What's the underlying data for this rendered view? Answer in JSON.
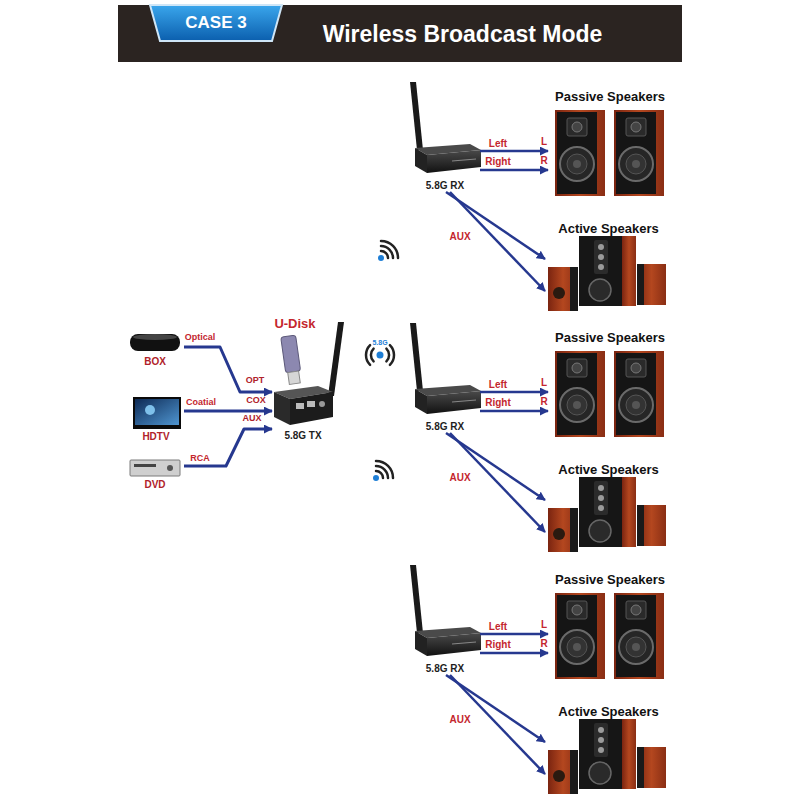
{
  "diagram": {
    "title": "Wireless Broadcast Mode",
    "nodes": [
      {
        "text": [
          "BOX"
        ]
      },
      {
        "text": [
          "HDTV"
        ]
      },
      {
        "text": [
          "DVD"
        ]
      },
      {
        "text": [
          "U-Disk"
        ]
      },
      {
        "text": [
          "5.8G TX"
        ]
      },
      {
        "text": [
          "5.8G RX"
        ]
      },
      {
        "text": [
          "Passive Speakers"
        ]
      },
      {
        "text": [
          "Active Speakers"
        ]
      },
      {
        "text": [
          "5.8G RX"
        ]
      },
      {
        "text": [
          "Passive Speakers"
        ]
      },
      {
        "text": [
          "Active Speakers"
        ]
      },
      {
        "text": [
          "5.8G RX"
        ]
      },
      {
        "text": [
          "Passive Speakers"
        ]
      },
      {
        "text": [
          "Active Speakers"
        ]
      }
    ],
    "edges": [
      {
        "from": 0,
        "to": 4,
        "label": "Optical",
        "arrow": "to"
      },
      {
        "from": 1,
        "to": 4,
        "label": "Coatial",
        "arrow": "to"
      },
      {
        "from": 2,
        "to": 4,
        "label": "RCA",
        "arrow": "to"
      },
      {
        "from": 5,
        "to": 6,
        "label": "Left",
        "arrow": "to"
      },
      {
        "from": 5,
        "to": 6,
        "label": "Right",
        "arrow": "to"
      },
      {
        "from": 5,
        "to": 7,
        "arrow": "to"
      },
      {
        "from": 5,
        "to": 7,
        "label": "AUX",
        "arrow": "to"
      },
      {
        "from": 8,
        "to": 9,
        "label": "Left",
        "arrow": "to"
      },
      {
        "from": 8,
        "to": 9,
        "label": "Right",
        "arrow": "to"
      },
      {
        "from": 8,
        "to": 10,
        "arrow": "to"
      },
      {
        "from": 8,
        "to": 10,
        "label": "AUX",
        "arrow": "to"
      },
      {
        "from": 11,
        "to": 12,
        "label": "Left",
        "arrow": "to"
      },
      {
        "from": 11,
        "to": 12,
        "label": "Right",
        "arrow": "to"
      },
      {
        "from": 11,
        "to": 13,
        "arrow": "to"
      },
      {
        "from": 11,
        "to": 13,
        "label": "AUX",
        "arrow": "to"
      }
    ],
    "labels": [
      "CASE 3",
      "L",
      "R",
      "OPT",
      "COX",
      "AUX",
      "5.8G",
      "L",
      "R",
      "L",
      "R"
    ]
  }
}
